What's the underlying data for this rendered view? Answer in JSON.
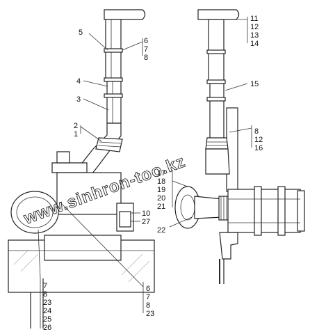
{
  "watermark": "www.sinhron-too.kz",
  "callouts": {
    "c1": "1",
    "c2": "2",
    "c3": "3",
    "c4": "4",
    "c5": "5",
    "c6a": "6",
    "c7a": "7",
    "c8a": "8",
    "c10": "10",
    "c27": "27",
    "c7b": "7",
    "c8b": "8",
    "c23b": "23",
    "c24": "24",
    "c25": "25",
    "c26": "26",
    "c6c": "6",
    "c7c": "7",
    "c8c": "8",
    "c23c": "23",
    "c11": "11",
    "c12a": "12",
    "c13": "13",
    "c14": "14",
    "c15": "15",
    "c8d": "8",
    "c12b": "12",
    "c16": "16",
    "c17": "17",
    "c18": "18",
    "c19": "19",
    "c20": "20",
    "c21": "21",
    "c22": "22"
  }
}
